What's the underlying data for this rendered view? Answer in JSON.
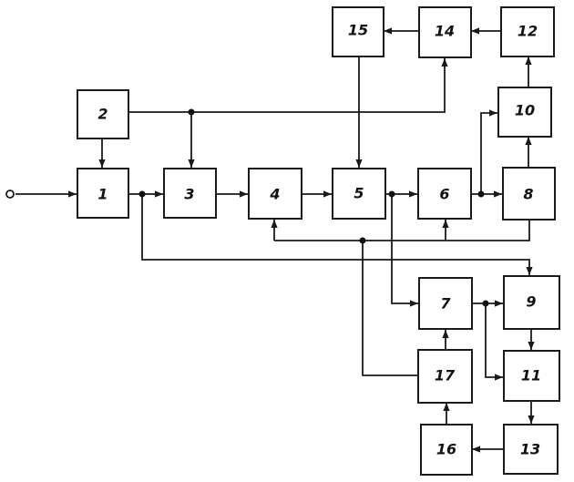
{
  "blocks": {
    "b1": "1",
    "b2": "2",
    "b3": "3",
    "b4": "4",
    "b5": "5",
    "b6": "6",
    "b7": "7",
    "b8": "8",
    "b9": "9",
    "b10": "10",
    "b11": "11",
    "b12": "12",
    "b13": "13",
    "b14": "14",
    "b15": "15",
    "b16": "16",
    "b17": "17"
  }
}
